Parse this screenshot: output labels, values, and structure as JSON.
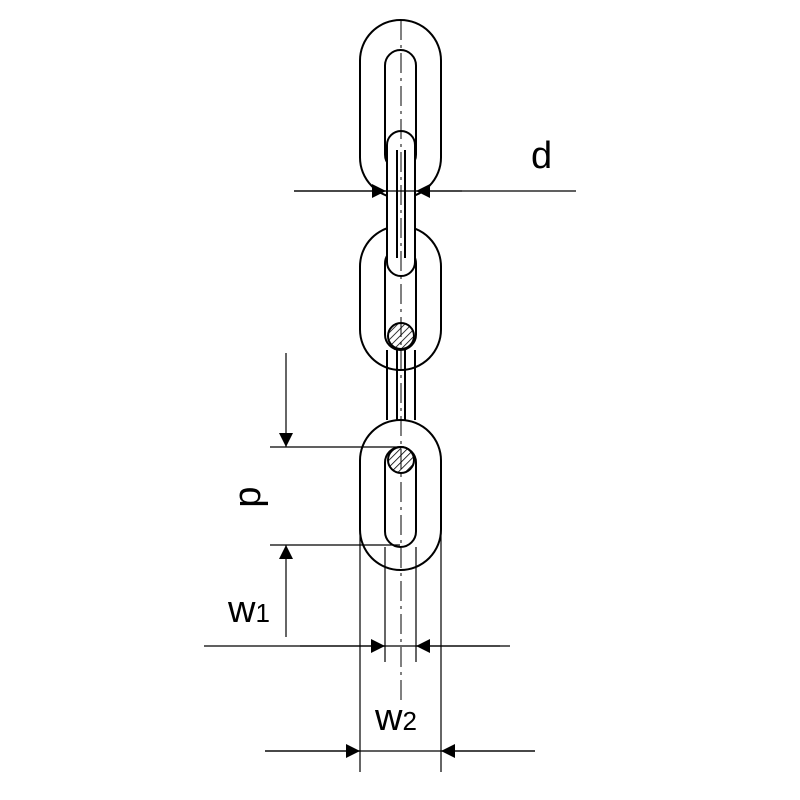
{
  "labels": {
    "d": "d",
    "p": "p",
    "w1_main": "w",
    "w1_sub": "1",
    "w2_main": "w",
    "w2_sub": "2"
  },
  "colors": {
    "stroke": "#000000",
    "background": "#ffffff"
  }
}
